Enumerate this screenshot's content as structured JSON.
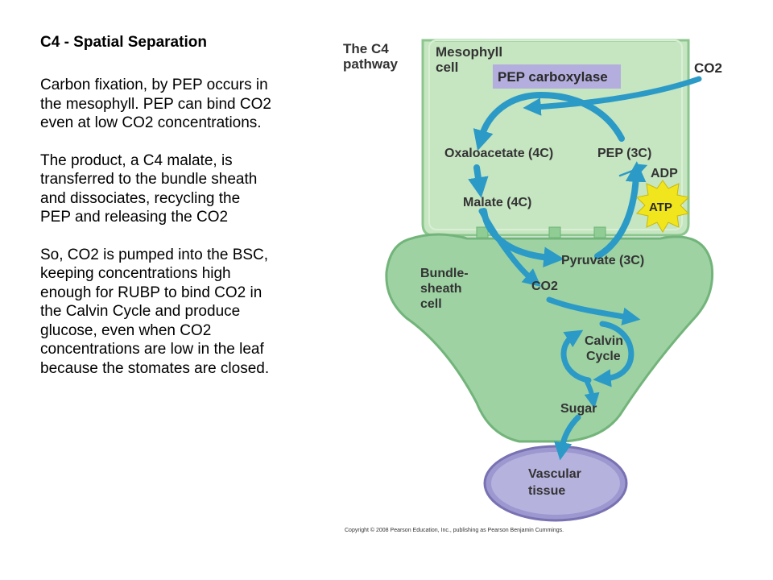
{
  "left_text": {
    "heading": "C4 - Spatial Separation",
    "paragraphs": [
      [
        "Carbon fixation, by PEP occurs in",
        "the mesophyll. PEP can bind CO2",
        "even at low CO2 concentrations."
      ],
      [
        "The product, a C4 malate, is",
        "transferred to the bundle sheath",
        "and dissociates, recycling the",
        "PEP and releasing the CO2"
      ],
      [
        "So, CO2 is pumped into the BSC,",
        "keeping concentrations high",
        "enough for RUBP to bind CO2 in",
        "the Calvin Cycle and produce",
        "glucose, even when CO2",
        "concentrations are low in the leaf",
        "because the stomates are closed."
      ]
    ]
  },
  "diagram": {
    "title_line1": "The C4",
    "title_line2": "pathway",
    "mesophyll_line1": "Mesophyll",
    "mesophyll_line2": "cell",
    "enzyme": "PEP carboxylase",
    "co2_in": "CO2",
    "oxaloacetate": "Oxaloacetate (4C)",
    "pep": "PEP (3C)",
    "adp": "ADP",
    "atp": "ATP",
    "malate": "Malate (4C)",
    "pyruvate": "Pyruvate (3C)",
    "bundle_line1": "Bundle-",
    "bundle_line2": "sheath",
    "bundle_line3": "cell",
    "co2_bs": "CO2",
    "calvin_line1": "Calvin",
    "calvin_line2": "Cycle",
    "sugar": "Sugar",
    "vascular_line1": "Vascular",
    "vascular_line2": "tissue",
    "copyright": "Copyright © 2008 Pearson Education, Inc., publishing as Pearson Benjamin Cummings."
  },
  "colors": {
    "mesophyll_fill": "#c6e5c1",
    "bundle_fill": "#9ed2a3",
    "vascular_fill": "#9d98cf",
    "enzyme_box": "#b3aedd",
    "arrow": "#2b9ac6",
    "atp_star": "#f1e61e"
  },
  "icons": [
    "arrow-icon",
    "atp-burst-icon"
  ]
}
